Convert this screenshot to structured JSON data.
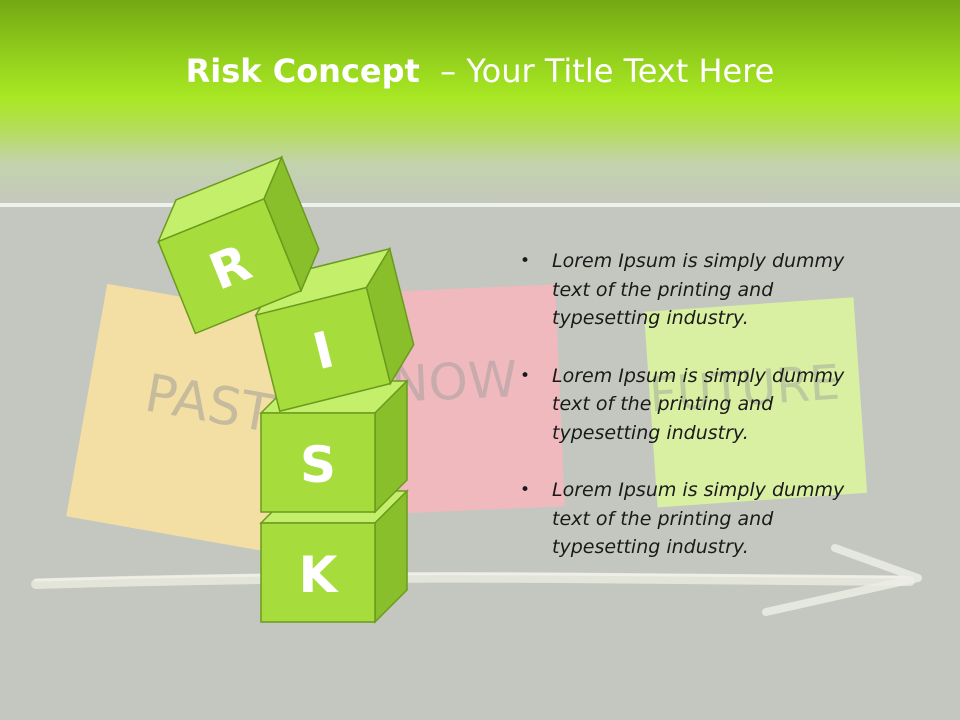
{
  "title": {
    "bold": "Risk Concept",
    "rest": "– Your Title Text Here"
  },
  "background_notes": [
    {
      "label": "PAST",
      "color": "#f3dfa3"
    },
    {
      "label": "NOW",
      "color": "#f0b9be"
    },
    {
      "label": "FUTURE",
      "color": "#d9f0a3"
    }
  ],
  "blocks": [
    "R",
    "I",
    "S",
    "K"
  ],
  "bullets": [
    {
      "bullet": "•",
      "text": "Lorem Ipsum is simply dummy text of the printing and typesetting industry."
    },
    {
      "bullet": "•",
      "text": "Lorem Ipsum is simply dummy text of the printing and typesetting industry."
    },
    {
      "bullet": "•",
      "text": "Lorem Ipsum is simply dummy text of the printing and typesetting industry."
    }
  ],
  "colors": {
    "accent_green": "#9bd32a",
    "block_front": "#a6dd3c",
    "block_top": "#c4ef6a",
    "block_side": "#88bf2a",
    "block_edge": "#6b9a1e",
    "board": "#c4c7bf"
  }
}
